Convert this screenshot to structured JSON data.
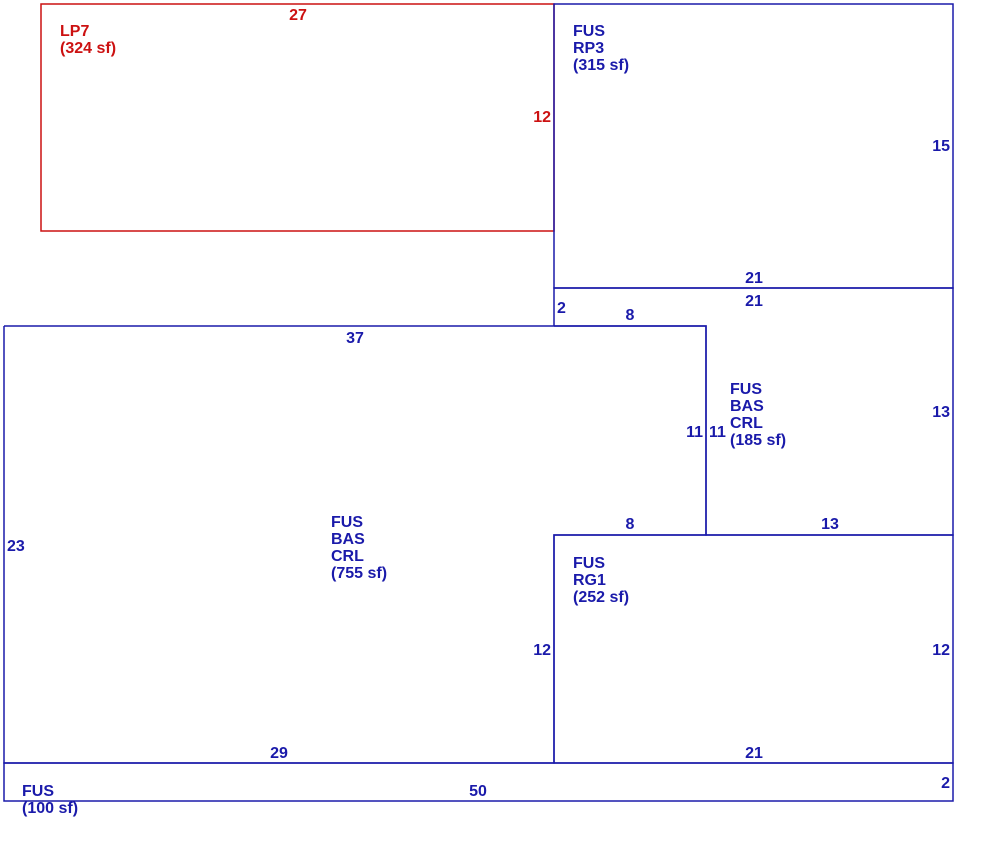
{
  "colors": {
    "primary": "#1a1aaa",
    "accent": "#cc1111"
  },
  "areas": [
    {
      "id": "lp7",
      "lines": [
        "LP7",
        "(324 sf)"
      ],
      "dims": {
        "top": "27",
        "right": "12"
      }
    },
    {
      "id": "rp3",
      "lines": [
        "FUS",
        "RP3",
        "(315 sf)"
      ],
      "dims": {
        "right": "15",
        "bottom": "21"
      }
    },
    {
      "id": "small",
      "lines": [
        "FUS",
        "BAS",
        "CRL",
        "(185 sf)"
      ],
      "dims": {
        "top": "21",
        "left_upper": "2",
        "top_step": "8",
        "right": "13",
        "left": "11",
        "bottom": "13"
      }
    },
    {
      "id": "main",
      "lines": [
        "FUS",
        "BAS",
        "CRL",
        "(755 sf)"
      ],
      "dims": {
        "top": "37",
        "left": "23",
        "right_upper": "11",
        "step": "8",
        "right_lower": "12",
        "bottom": "29"
      }
    },
    {
      "id": "rg1",
      "lines": [
        "FUS",
        "RG1",
        "(252 sf)"
      ],
      "dims": {
        "right": "12",
        "bottom": "21"
      }
    },
    {
      "id": "strip",
      "lines": [
        "FUS",
        "(100 sf)"
      ],
      "dims": {
        "top": "50",
        "right": "2"
      }
    }
  ]
}
